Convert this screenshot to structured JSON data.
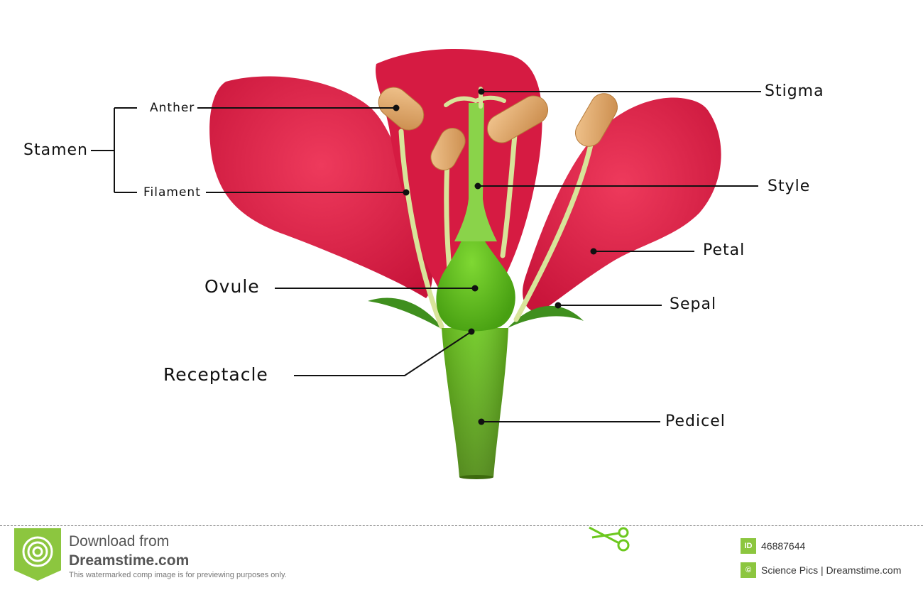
{
  "labels": {
    "stamen": "Stamen",
    "anther": "Anther",
    "filament": "Filament",
    "stigma": "Stigma",
    "style": "Style",
    "petal": "Petal",
    "ovule": "Ovule",
    "sepal": "Sepal",
    "receptacle": "Receptacle",
    "pedicel": "Pedicel"
  },
  "footer": {
    "download_line1": "Download from",
    "download_line2": "Dreamstime.com",
    "notice": "This watermarked comp image is for previewing purposes only.",
    "id_badge": "ID",
    "image_id": "46887644",
    "copyright_badge": "©",
    "credit": "Science Pics | Dreamstime.com"
  },
  "colors": {
    "petal": "#e8284c",
    "petal_dark": "#c41236",
    "green": "#6cc81e",
    "stem_dark": "#4e8a12",
    "filament": "#d8e49a",
    "anther": "#e8b070",
    "brand_green": "#8cc63f"
  }
}
